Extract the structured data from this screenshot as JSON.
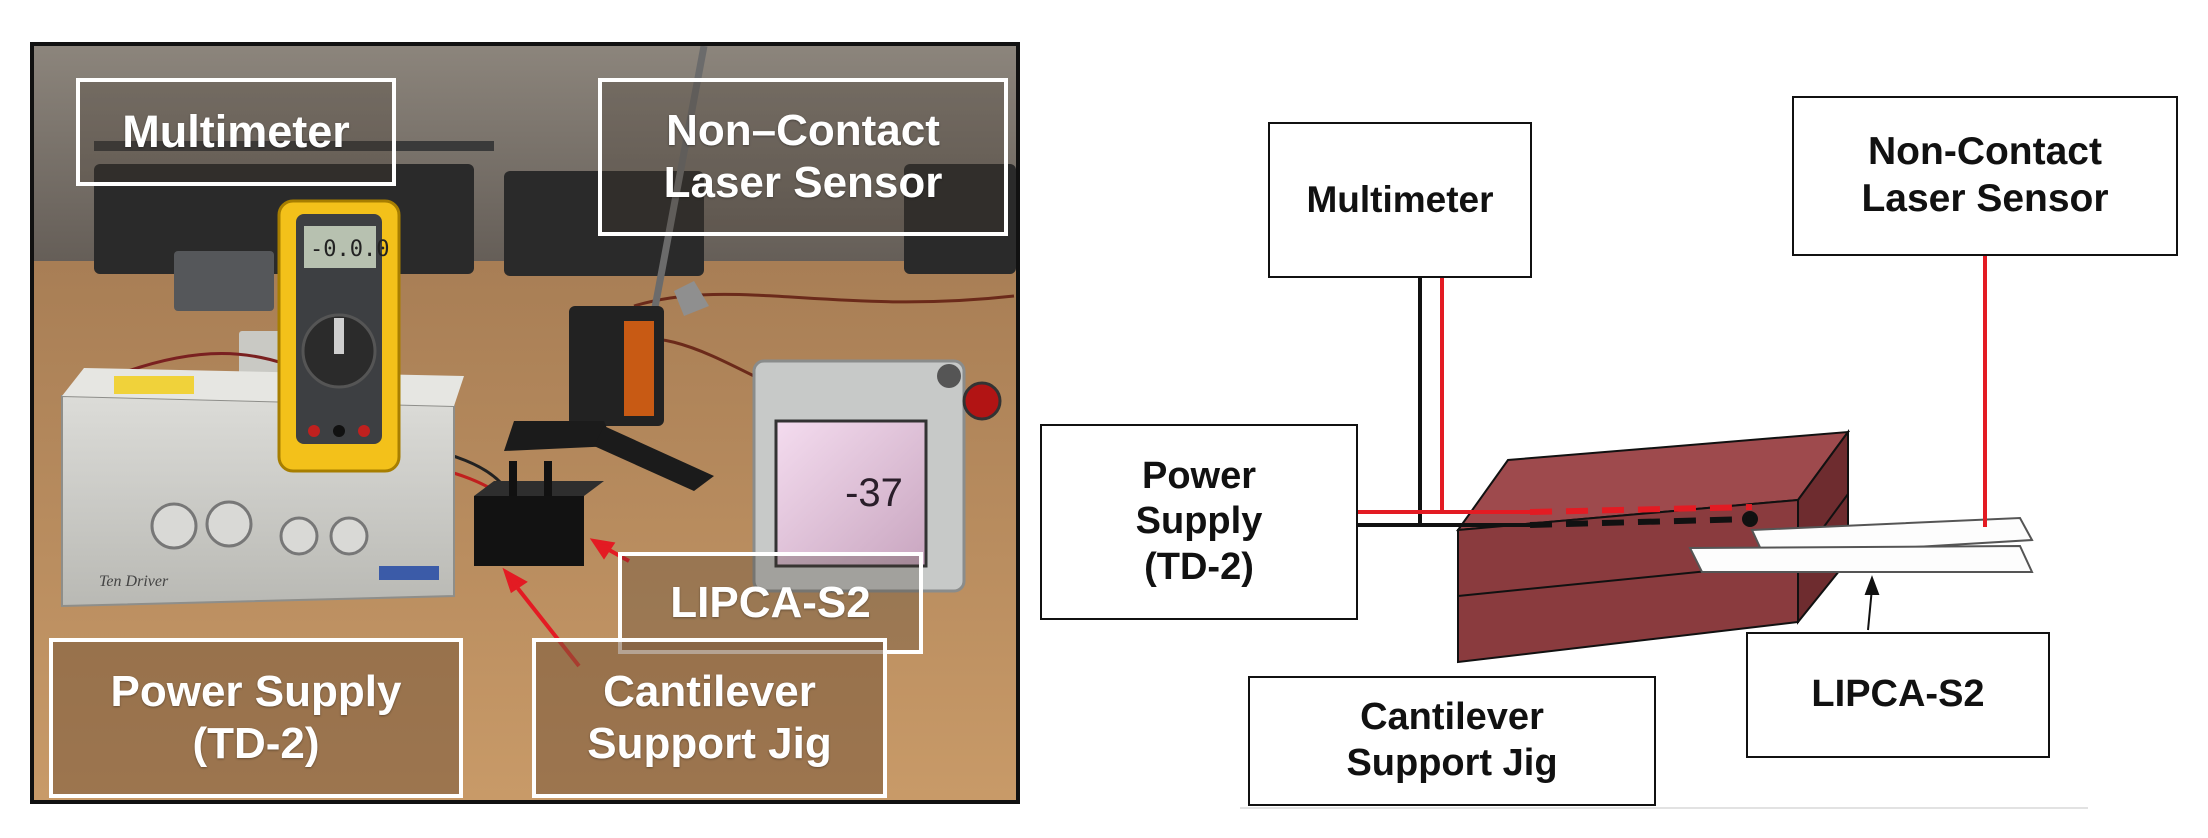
{
  "photo": {
    "labels": {
      "multimeter": "Multimeter",
      "laser_sensor": "Non–Contact\nLaser Sensor",
      "lipca": "LIPCA-S2",
      "power_supply": "Power Supply\n(TD-2)",
      "jig": "Cantilever\nSupport Jig"
    },
    "multimeter_display": "-0.0.0",
    "sensor_display": "-37",
    "psu_brand": "Ten Driver"
  },
  "schematic": {
    "labels": {
      "multimeter": "Multimeter",
      "laser_sensor": "Non-Contact\nLaser Sensor",
      "power_supply": "Power\nSupply\n(TD-2)",
      "lipca": "LIPCA-S2",
      "jig": "Cantilever\nSupport Jig"
    }
  },
  "colors": {
    "wire_red": "#e31b23",
    "wire_black": "#111111",
    "jig_front": "#8a3b3e",
    "jig_top": "#9e4a4d",
    "jig_side": "#6e2c2f",
    "desk": "#b78a5b",
    "multimeter_body": "#f3c11a"
  }
}
